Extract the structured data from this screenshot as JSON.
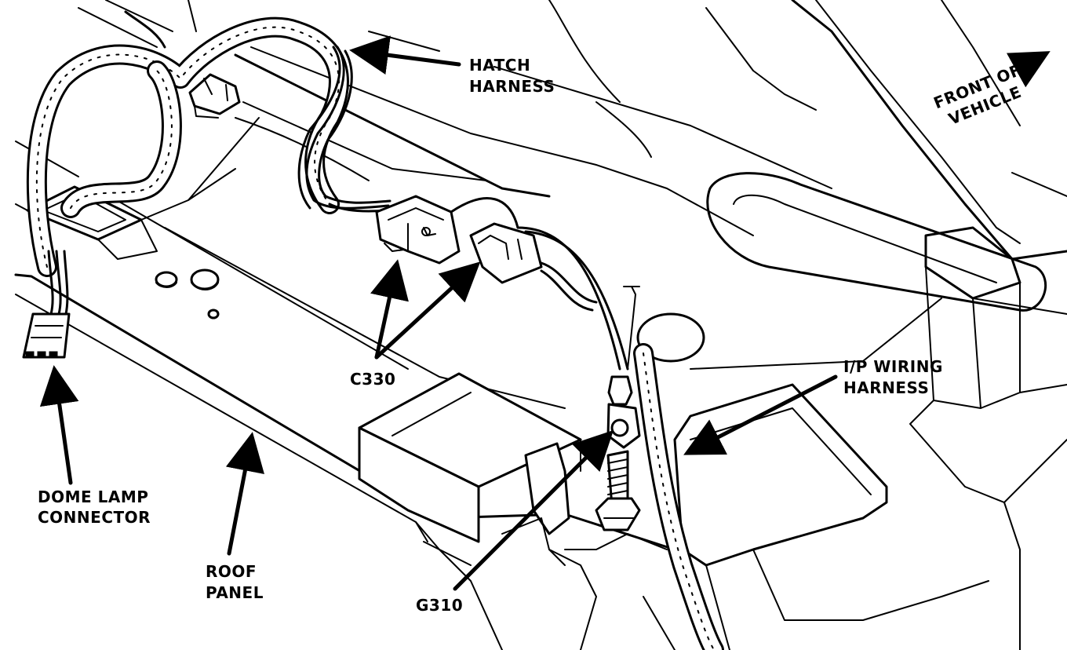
{
  "diagram": {
    "labels": {
      "hatch_harness": [
        "HATCH",
        "HARNESS"
      ],
      "front_of_vehicle": [
        "FRONT OF",
        "VEHICLE"
      ],
      "ip_wiring_harness": [
        "I/P WIRING",
        "HARNESS"
      ],
      "c330": "C330",
      "dome_lamp_connector": [
        "DOME LAMP",
        "CONNECTOR"
      ],
      "roof_panel": [
        "ROOF",
        "PANEL"
      ],
      "g310": "G310"
    }
  }
}
